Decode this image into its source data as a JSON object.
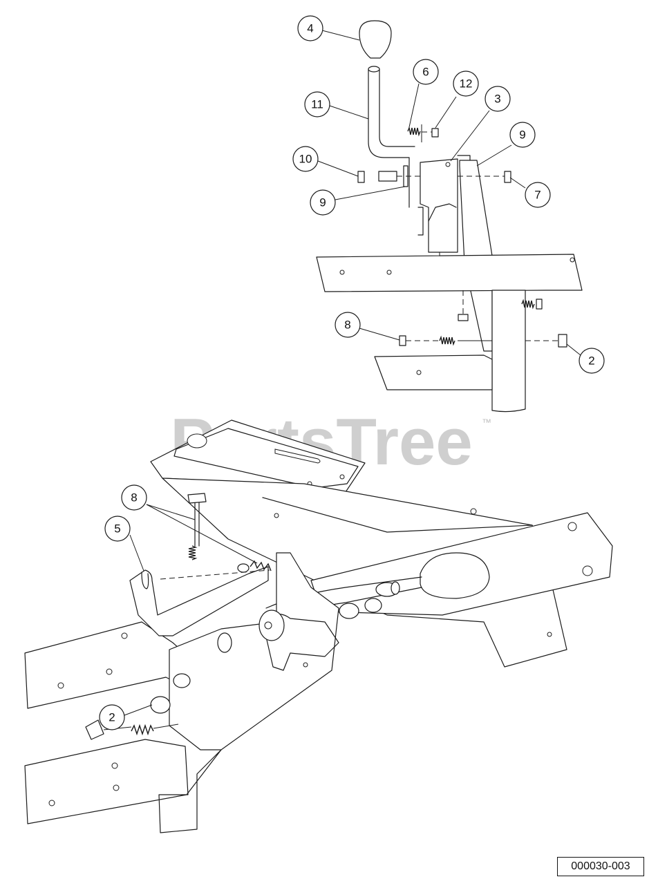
{
  "diagram": {
    "watermark": "PartsTree",
    "trademark": "™",
    "reference_code": "000030-003",
    "callouts_top": [
      {
        "id": "c-top-4",
        "label": "4"
      },
      {
        "id": "c-top-6",
        "label": "6"
      },
      {
        "id": "c-top-12",
        "label": "12"
      },
      {
        "id": "c-top-11",
        "label": "11"
      },
      {
        "id": "c-top-3",
        "label": "3"
      },
      {
        "id": "c-top-9a",
        "label": "9"
      },
      {
        "id": "c-top-10",
        "label": "10"
      },
      {
        "id": "c-top-7",
        "label": "7"
      },
      {
        "id": "c-top-9b",
        "label": "9"
      },
      {
        "id": "c-top-8",
        "label": "8"
      },
      {
        "id": "c-top-2",
        "label": "2"
      }
    ],
    "callouts_bottom": [
      {
        "id": "c-bot-8",
        "label": "8"
      },
      {
        "id": "c-bot-5",
        "label": "5"
      },
      {
        "id": "c-bot-2",
        "label": "2"
      }
    ]
  }
}
